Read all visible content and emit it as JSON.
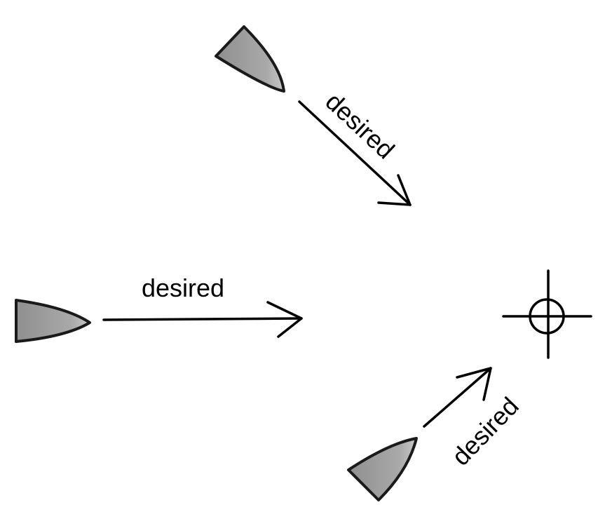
{
  "diagram": {
    "target_icon": "crosshair-icon",
    "vehicles": [
      {
        "name": "vehicle-top",
        "icon": "vehicle-icon",
        "desired_label": "desired"
      },
      {
        "name": "vehicle-left",
        "icon": "vehicle-icon",
        "desired_label": "desired"
      },
      {
        "name": "vehicle-bottom",
        "icon": "vehicle-icon",
        "desired_label": "desired"
      }
    ],
    "colors": {
      "vehicle_fill": "#8f8f8f",
      "vehicle_highlight": "#c8c8c8",
      "stroke": "#000000"
    }
  }
}
